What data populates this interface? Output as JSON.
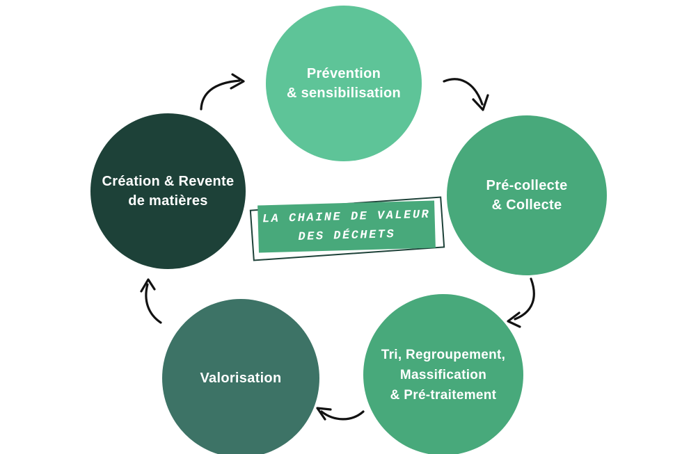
{
  "title_box": {
    "line1": "LA CHAINE DE VALEUR",
    "line2": "DES DÉCHETS",
    "fill_color": "#48A97B",
    "outline_color": "#1D4138",
    "text_color": "#FFFFFF"
  },
  "stages": [
    {
      "key": "prevention-sensibilisation",
      "line1": "Prévention",
      "line2": "& sensibilisation",
      "color": "#5EC498"
    },
    {
      "key": "pre-collecte-collecte",
      "line1": "Pré-collecte",
      "line2": "& Collecte",
      "color": "#48A97B"
    },
    {
      "key": "tri-regroupement-massification-pretraitement",
      "line1": "Tri, Regroupement,",
      "line2": "Massification",
      "line3": "& Pré-traitement",
      "color": "#48A97B"
    },
    {
      "key": "valorisation",
      "line1": "Valorisation",
      "color": "#3D7366"
    },
    {
      "key": "creation-revente-matieres",
      "line1": "Création & Revente",
      "line2": "de matières",
      "color": "#1D4138"
    }
  ],
  "arrows": {
    "color": "#121212"
  },
  "page": {
    "background": "#FFFFFF"
  }
}
